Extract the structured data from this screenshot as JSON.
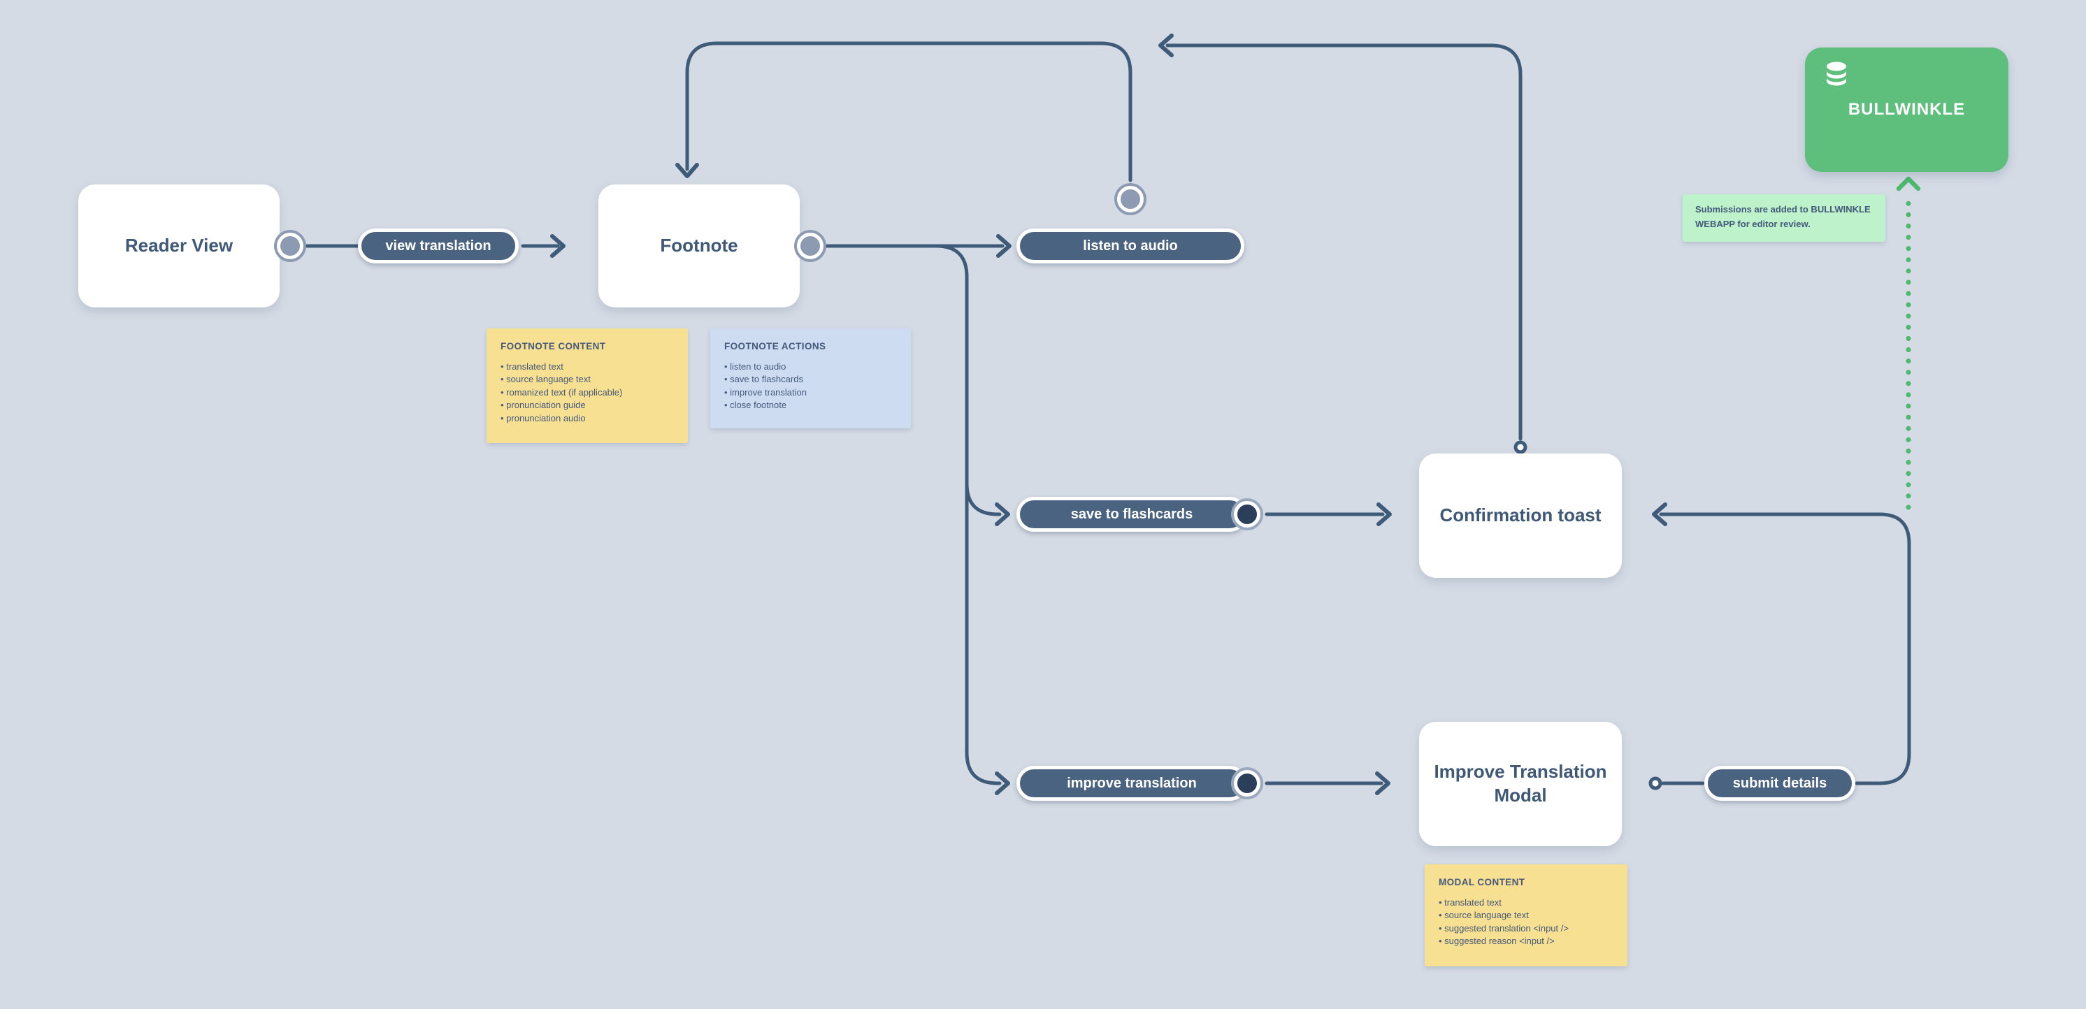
{
  "canvas": {
    "background_color": "#D5DBE5",
    "wire_color": "#3F5B7A",
    "green_accent_color": "#4CB96E"
  },
  "nodes": {
    "reader_view": {
      "label": "Reader View"
    },
    "footnote": {
      "label": "Footnote"
    },
    "confirmation_toast": {
      "label": "Confirmation toast"
    },
    "improve_translation_modal": {
      "label": "Improve Translation Modal"
    },
    "bullwinkle": {
      "label": "BULLWINKLE",
      "color": "#5EBE7B",
      "icon": "database-icon"
    }
  },
  "pills": {
    "color": "#4A6380",
    "view_translation": {
      "label": "view translation"
    },
    "listen_to_audio": {
      "label": "listen to audio"
    },
    "save_to_flashcards": {
      "label": "save to flashcards"
    },
    "improve_translation": {
      "label": "improve translation"
    },
    "submit_details": {
      "label": "submit details"
    }
  },
  "stickies": {
    "footnote_content": {
      "title": "FOOTNOTE CONTENT",
      "color": "#F7E092",
      "items": [
        "translated text",
        "source language text",
        "romanized text (if applicable)",
        "pronunciation guide",
        "pronunciation audio"
      ]
    },
    "footnote_actions": {
      "title": "FOOTNOTE ACTIONS",
      "color": "#CEDCF2",
      "items": [
        "listen to audio",
        "save to flashcards",
        "improve translation",
        "close footnote"
      ]
    },
    "modal_content": {
      "title": "MODAL CONTENT",
      "color": "#F7E092",
      "items": [
        "translated text",
        "source language text",
        "suggested translation <input />",
        "suggested reason <input />"
      ]
    },
    "bullwinkle_note": {
      "text": "Submissions are added to BULLWINKLE WEBAPP for editor review.",
      "color": "#BDF2CB"
    }
  }
}
